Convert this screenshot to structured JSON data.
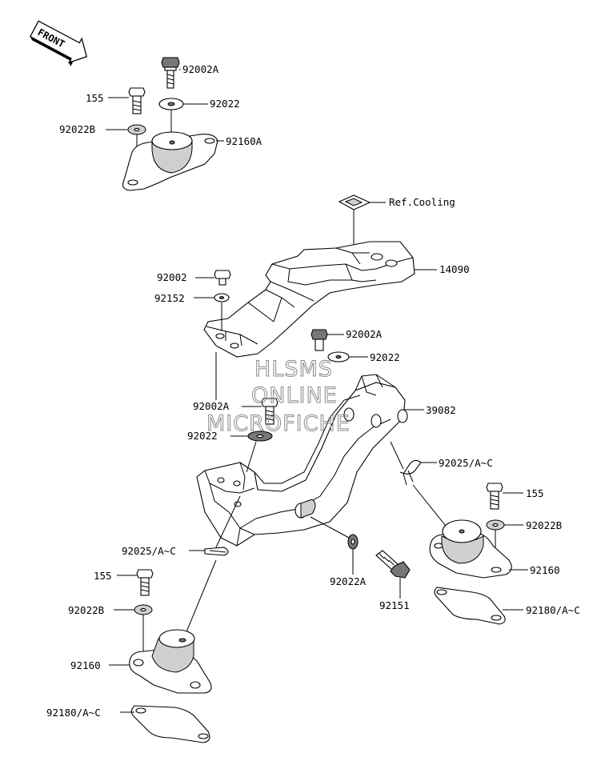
{
  "front_badge": "FRONT",
  "watermark": [
    "HLSMS",
    "ONLINE",
    "MICROFICHE"
  ],
  "callouts": {
    "c_92002A_top": "92002A",
    "c_155_top": "155",
    "c_92022_top": "92022",
    "c_92022B_top": "92022B",
    "c_92160A": "92160A",
    "c_ref_cooling": "Ref.Cooling",
    "c_14090": "14090",
    "c_92002": "92002",
    "c_92152": "92152",
    "c_92002A_mid": "92002A",
    "c_92022_mid": "92022",
    "c_39082": "39082",
    "c_92002A_left": "92002A",
    "c_92022_left": "92022",
    "c_92025_right": "92025/A~C",
    "c_155_right": "155",
    "c_92022B_right": "92022B",
    "c_92160_right": "92160",
    "c_92180_right": "92180/A~C",
    "c_92025_left": "92025/A~C",
    "c_92022A_bottom": "92022A",
    "c_92151": "92151",
    "c_155_left": "155",
    "c_92022B_left": "92022B",
    "c_92160_left": "92160",
    "c_92180_left": "92180/A~C"
  }
}
